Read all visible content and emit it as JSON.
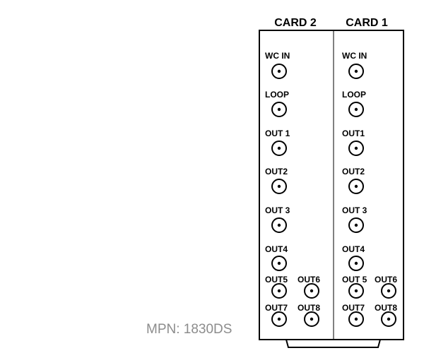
{
  "mpn_label": "MPN: 1830DS",
  "cards": [
    {
      "title": "CARD 2",
      "ports": [
        {
          "id": "wc-in",
          "label": "WC IN"
        },
        {
          "id": "loop",
          "label": "LOOP"
        },
        {
          "id": "out-1",
          "label": "OUT 1"
        },
        {
          "id": "out-2",
          "label": "OUT2"
        },
        {
          "id": "out-3",
          "label": "OUT 3"
        },
        {
          "id": "out-4",
          "label": "OUT4"
        },
        {
          "id": "out-5",
          "label": "OUT5"
        },
        {
          "id": "out-6",
          "label": "OUT6"
        },
        {
          "id": "out-7",
          "label": "OUT7"
        },
        {
          "id": "out-8",
          "label": "OUT8"
        }
      ]
    },
    {
      "title": "CARD 1",
      "ports": [
        {
          "id": "wc-in",
          "label": "WC IN"
        },
        {
          "id": "loop",
          "label": "LOOP"
        },
        {
          "id": "out-1",
          "label": "OUT1"
        },
        {
          "id": "out-2",
          "label": "OUT2"
        },
        {
          "id": "out-3",
          "label": "OUT 3"
        },
        {
          "id": "out-4",
          "label": "OUT4"
        },
        {
          "id": "out-5",
          "label": "OUT 5"
        },
        {
          "id": "out-6",
          "label": "OUT6"
        },
        {
          "id": "out-7",
          "label": "OUT7"
        },
        {
          "id": "out-8",
          "label": "OUT8"
        }
      ]
    }
  ]
}
